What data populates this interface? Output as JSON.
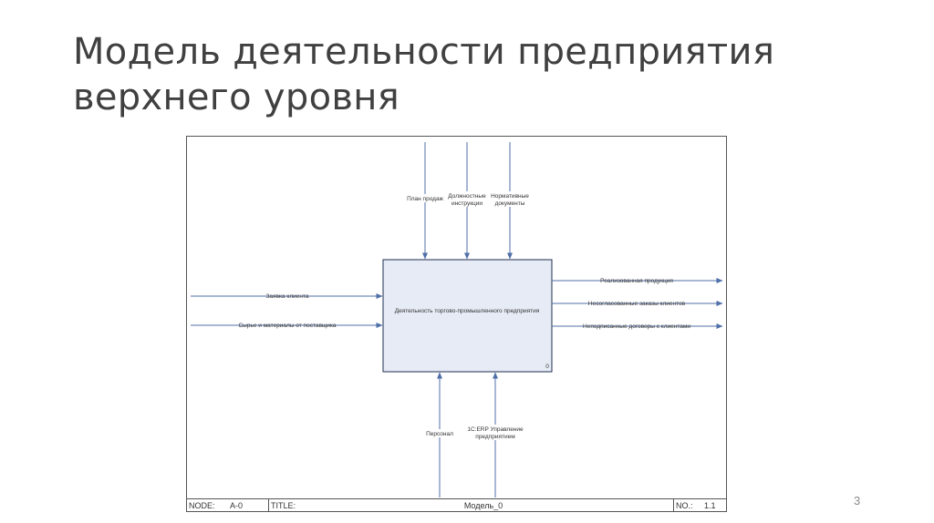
{
  "slide": {
    "title_line1": "Модель деятельности предприятия",
    "title_line2": "верхнего уровня",
    "page_number": "3"
  },
  "diagram": {
    "activity": {
      "label": "Деятельность торгово-промышленного предприятия",
      "number": "0"
    },
    "controls": [
      {
        "lines": [
          "План продаж"
        ]
      },
      {
        "lines": [
          "Должностные",
          "инструкции"
        ]
      },
      {
        "lines": [
          "Нормативные",
          "документы"
        ]
      }
    ],
    "inputs": [
      {
        "lines": [
          "Заявка клиента"
        ]
      },
      {
        "lines": [
          "Сырье и материалы от поставщика"
        ]
      }
    ],
    "outputs": [
      {
        "lines": [
          "Реализованная продукция"
        ]
      },
      {
        "lines": [
          "Несогласованные заказы клиентов"
        ]
      },
      {
        "lines": [
          "Неподписанные договоры с клиентами"
        ]
      }
    ],
    "mechanisms": [
      {
        "lines": [
          "Персонал"
        ]
      },
      {
        "lines": [
          "1С:ERP Управление",
          "предприятием"
        ]
      }
    ],
    "footer": {
      "node_label": "NODE:",
      "node_value": "A-0",
      "title_label": "TITLE:",
      "title_value": "Модель_0",
      "no_label": "NO.:",
      "no_value": "1.1"
    },
    "colors": {
      "box_fill": "#e6ebf5",
      "box_stroke": "#1f2f4f",
      "arrow": "#4f6fa8",
      "frame": "#555555"
    }
  }
}
